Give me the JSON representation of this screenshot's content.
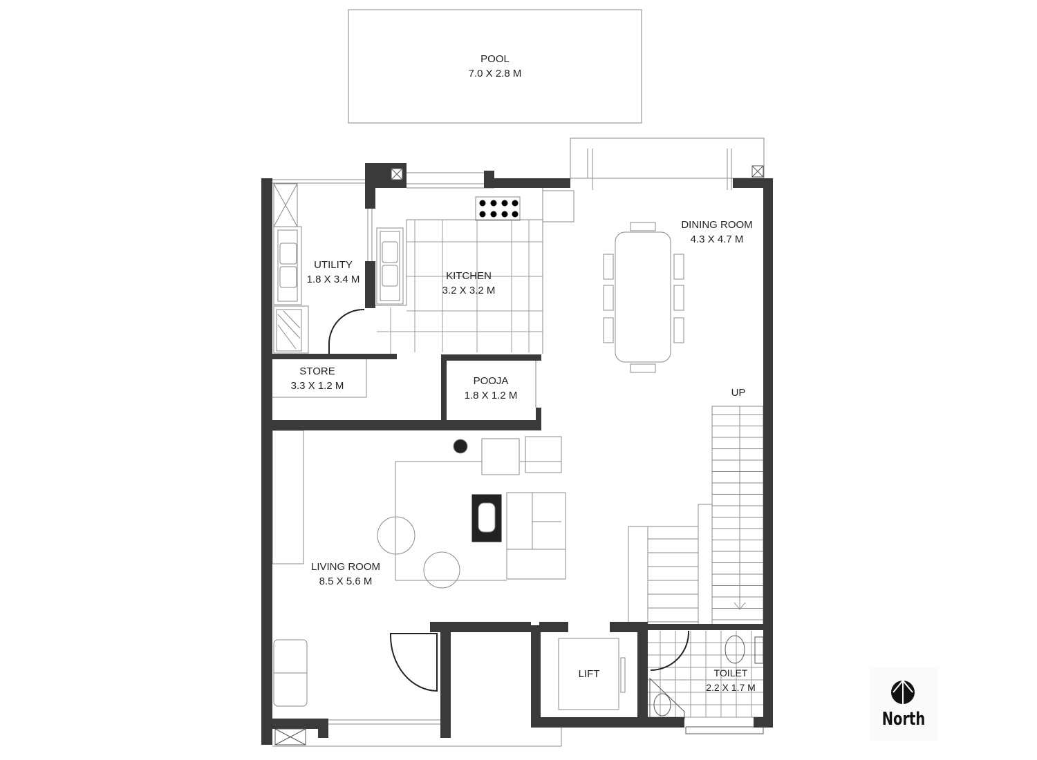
{
  "rooms": {
    "pool": {
      "name": "POOL",
      "size": "7.0 X 2.8 M"
    },
    "dining": {
      "name": "DINING ROOM",
      "size": "4.3 X 4.7 M"
    },
    "utility": {
      "name": "UTILITY",
      "size": "1.8 X 3.4 M"
    },
    "kitchen": {
      "name": "KITCHEN",
      "size": "3.2 X 3.2 M"
    },
    "store": {
      "name": "STORE",
      "size": "3.3 X 1.2 M"
    },
    "pooja": {
      "name": "POOJA",
      "size": "1.8 X 1.2 M"
    },
    "living": {
      "name": "LIVING ROOM",
      "size": "8.5 X 5.6 M"
    },
    "lift": {
      "name": "LIFT"
    },
    "toilet": {
      "name": "TOILET",
      "size": "2.2 X 1.7 M"
    }
  },
  "stairs": {
    "label": "UP"
  },
  "compass": {
    "label": "North",
    "icon": "north-arrow-icon"
  },
  "colors": {
    "wall": "#3a3a3a",
    "line": "#777777"
  }
}
